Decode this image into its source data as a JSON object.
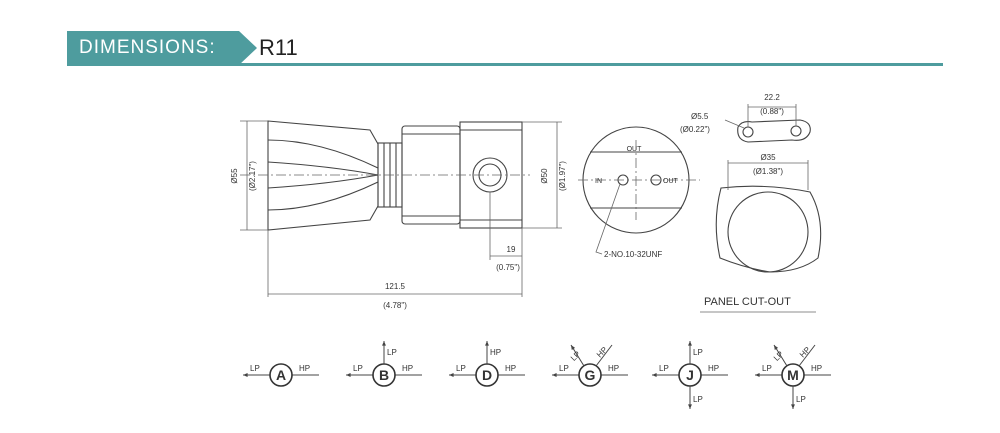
{
  "header": {
    "title": "DIMENSIONS:",
    "model": "R11"
  },
  "side_view": {
    "dia_mm": "Ø55",
    "dia_in": "(Ø2.17\")",
    "body_dia_mm": "Ø50",
    "body_dia_in": "(Ø1.97\")",
    "port_offset_mm": "19",
    "port_offset_in": "(0.75\")",
    "length_mm": "121.5",
    "length_in": "(4.78\")"
  },
  "end_view": {
    "out_top": "OUT",
    "in_label": "IN",
    "out_right": "OUT",
    "thread": "2-NO.10-32UNF"
  },
  "panel_cutout": {
    "spacing_mm": "22.2",
    "spacing_in": "(0.88\")",
    "hole_mm": "Ø5.5",
    "hole_in": "(Ø0.22\")",
    "dia_mm": "Ø35",
    "dia_in": "(Ø1.38\")",
    "caption": "PANEL CUT-OUT"
  },
  "configs": [
    {
      "letter": "A",
      "lp": "LP",
      "hp": "HP"
    },
    {
      "letter": "B",
      "lp": "LP",
      "hp": "HP",
      "top": "LP"
    },
    {
      "letter": "D",
      "lp": "LP",
      "hp": "HP",
      "top": "HP"
    },
    {
      "letter": "G",
      "lp": "LP",
      "hp": "HP",
      "d1": "LP",
      "d2": "HP"
    },
    {
      "letter": "J",
      "lp": "LP",
      "hp": "HP",
      "top": "LP",
      "bottom": "LP"
    },
    {
      "letter": "M",
      "lp": "LP",
      "hp": "HP",
      "d1": "LP",
      "d2": "HP",
      "bottom": "LP"
    }
  ]
}
